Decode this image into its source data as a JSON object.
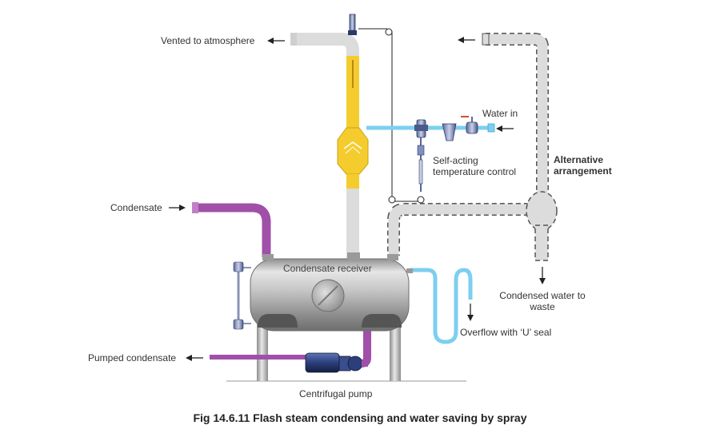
{
  "labels": {
    "vented": "Vented to atmosphere",
    "water_in": "Water in",
    "self_acting_1": "Self-acting",
    "self_acting_2": "temperature control",
    "alt_1": "Alternative",
    "alt_2": "arrangement",
    "condensate": "Condensate",
    "receiver": "Condensate receiver",
    "condensed_1": "Condensed water to",
    "condensed_2": "waste",
    "overflow": "Overflow with ‘U’ seal",
    "pumped": "Pumped condensate",
    "pump": "Centrifugal pump"
  },
  "caption": "Fig 14.6.11 Flash steam condensing and water saving by spray",
  "colors": {
    "steam_pipe": "#dcdcdc",
    "spray_water": "#f5cc2e",
    "water_pipe": "#7ccff0",
    "condensate_pipe": "#a050a8",
    "pump": "#2b3f7a",
    "vessel": "#b9b9b9",
    "label_text": "#333333"
  },
  "icons": {
    "arrow": "arrow-icon",
    "valve": "valve-icon",
    "strainer": "strainer-icon",
    "sight_glass": "sight-glass-icon"
  }
}
